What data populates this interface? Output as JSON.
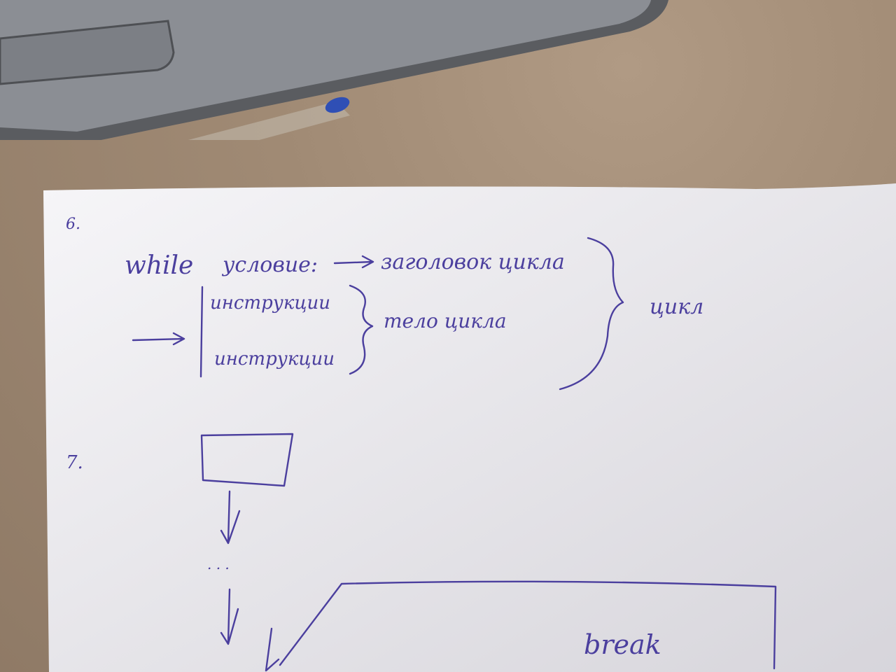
{
  "notes": {
    "section6_number": "6.",
    "while_keyword": "while",
    "condition": "условие:",
    "loop_header": "заголовок цикла",
    "instruction_1": "инструкции",
    "instruction_2": "инструкции",
    "loop_body": "тело цикла",
    "loop": "цикл",
    "section7_number": "7.",
    "ellipsis": ". . .",
    "break_keyword": "break"
  },
  "colors": {
    "ink": "#4b3f9e",
    "paper": "#f2f1f5",
    "desk": "#a08a74",
    "laptop": "#7a7c82"
  }
}
